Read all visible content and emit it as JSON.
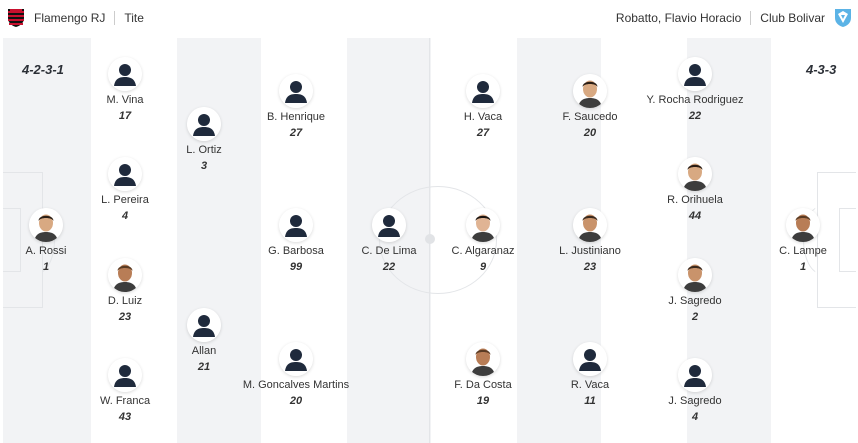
{
  "home": {
    "team": "Flamengo RJ",
    "coach": "Tite",
    "formation": "4-2-3-1",
    "crest_colors": [
      "#c8102e",
      "#111111"
    ],
    "players": [
      {
        "name": "A. Rossi",
        "number": "1",
        "photo": "face"
      },
      {
        "name": "M. Vina",
        "number": "17",
        "photo": "silhouette"
      },
      {
        "name": "L. Pereira",
        "number": "4",
        "photo": "silhouette"
      },
      {
        "name": "D. Luiz",
        "number": "23",
        "photo": "face"
      },
      {
        "name": "W. Franca",
        "number": "43",
        "photo": "silhouette"
      },
      {
        "name": "L. Ortiz",
        "number": "3",
        "photo": "silhouette"
      },
      {
        "name": "Allan",
        "number": "21",
        "photo": "silhouette"
      },
      {
        "name": "B. Henrique",
        "number": "27",
        "photo": "silhouette"
      },
      {
        "name": "G. Barbosa",
        "number": "99",
        "photo": "silhouette"
      },
      {
        "name": "M. Goncalves Martins",
        "number": "20",
        "photo": "silhouette"
      },
      {
        "name": "C. De Lima",
        "number": "22",
        "photo": "silhouette"
      }
    ]
  },
  "away": {
    "team": "Club Bolivar",
    "coach": "Robatto, Flavio Horacio",
    "formation": "4-3-3",
    "crest_colors": [
      "#5bb3e6",
      "#ffffff"
    ],
    "players": [
      {
        "name": "H. Vaca",
        "number": "27",
        "photo": "silhouette"
      },
      {
        "name": "C. Algaranaz",
        "number": "9",
        "photo": "face"
      },
      {
        "name": "F. Da Costa",
        "number": "19",
        "photo": "face"
      },
      {
        "name": "F. Saucedo",
        "number": "20",
        "photo": "face"
      },
      {
        "name": "L. Justiniano",
        "number": "23",
        "photo": "face"
      },
      {
        "name": "R. Vaca",
        "number": "11",
        "photo": "silhouette"
      },
      {
        "name": "Y. Rocha Rodriguez",
        "number": "22",
        "photo": "silhouette"
      },
      {
        "name": "R. Orihuela",
        "number": "44",
        "photo": "face"
      },
      {
        "name": "J. Sagredo",
        "number": "2",
        "photo": "face"
      },
      {
        "name": "J. Sagredo",
        "number": "4",
        "photo": "silhouette"
      },
      {
        "name": "C. Lampe",
        "number": "1",
        "photo": "face"
      }
    ]
  },
  "colors": {
    "pitch_light": "#f2f3f5",
    "pitch_stripe": "#ffffff",
    "silhouette": "#1f2a3c"
  }
}
